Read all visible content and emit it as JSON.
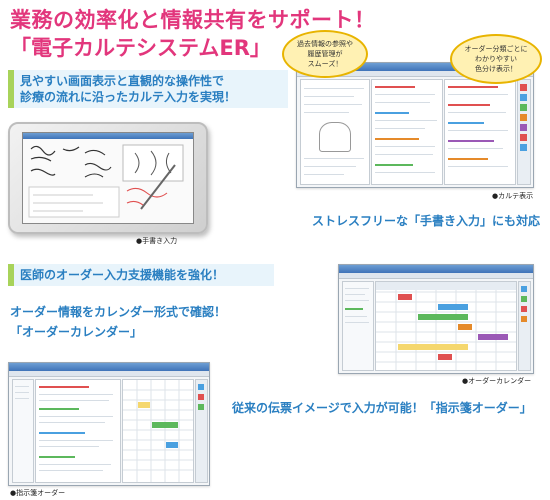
{
  "header": {
    "title": "業務の効率化と情報共有をサポート！",
    "product": "「電子カルテシステムER」"
  },
  "section1": {
    "heading_line1": "見やすい画面表示と直観的な操作性で",
    "heading_line2": "診療の流れに沿ったカルテ入力を実現！",
    "bubble_left": [
      "過去情報の参照や",
      "履歴管理が",
      "スムーズ！"
    ],
    "bubble_right": [
      "オーダー分類ごとに",
      "わかりやすい",
      "色分け表示！"
    ],
    "caption_karte": "●カルテ表示",
    "caption_handwriting": "●手書き入力",
    "handwriting_tagline": "ストレスフリーな「手書き入力」にも対応"
  },
  "section2": {
    "heading": "医師のオーダー入力支援機能を強化！",
    "calendar_line1": "オーダー情報をカレンダー形式で確認！",
    "calendar_line2": "「オーダーカレンダー」",
    "caption_calendar": "●オーダーカレンダー",
    "slip_tagline": "従来の伝票イメージで入力が可能！「指示箋オーダー」",
    "caption_slip": "●指示箋オーダー"
  },
  "colors": {
    "title_pink": "#e2367c",
    "accent_blue": "#2a7fc1",
    "bar_green": "#a8d35a",
    "bubble_yellow": "#fff1b3"
  }
}
